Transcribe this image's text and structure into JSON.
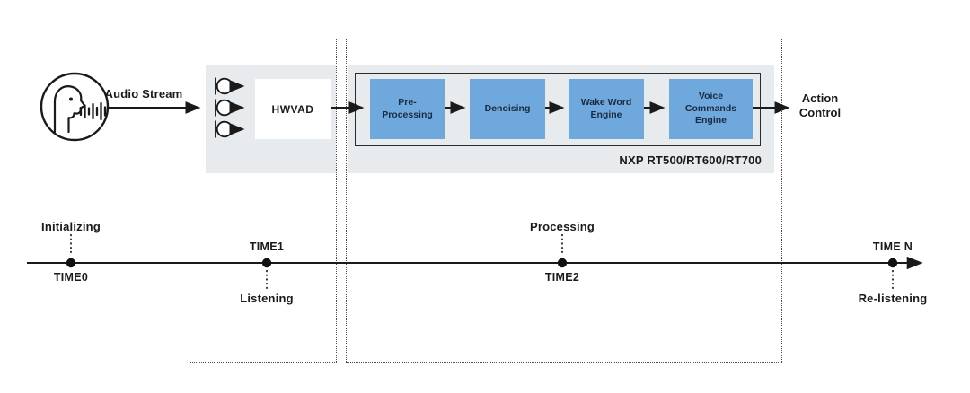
{
  "diagram": {
    "input": {
      "speaker_icon": "speaking-head-icon",
      "audio_stream_label": "Audio Stream"
    },
    "vad_stage": {
      "mic_icon": "microphone-icon",
      "mic_count": 3,
      "hwvad_label": "HWVAD"
    },
    "processing_stage": {
      "blocks": [
        {
          "label": "Pre-Processing"
        },
        {
          "label": "Denoising"
        },
        {
          "label": "Wake Word Engine"
        },
        {
          "label": "Voice Commands Engine"
        }
      ],
      "chip_label": "NXP RT500/RT600/RT700"
    },
    "output": {
      "action_control_label": "Action Control"
    }
  },
  "timeline": {
    "points": [
      {
        "time": "TIME0",
        "state": "Initializing",
        "state_position": "above"
      },
      {
        "time": "TIME1",
        "state": "Listening",
        "state_position": "below"
      },
      {
        "time": "TIME2",
        "state": "Processing",
        "state_position": "above"
      },
      {
        "time": "TIME N",
        "state": "Re-listening",
        "state_position": "below"
      }
    ]
  },
  "colors": {
    "block_blue": "#6fa8dc",
    "panel_gray": "#e8ebed",
    "line_dark": "#1a1a1a"
  }
}
